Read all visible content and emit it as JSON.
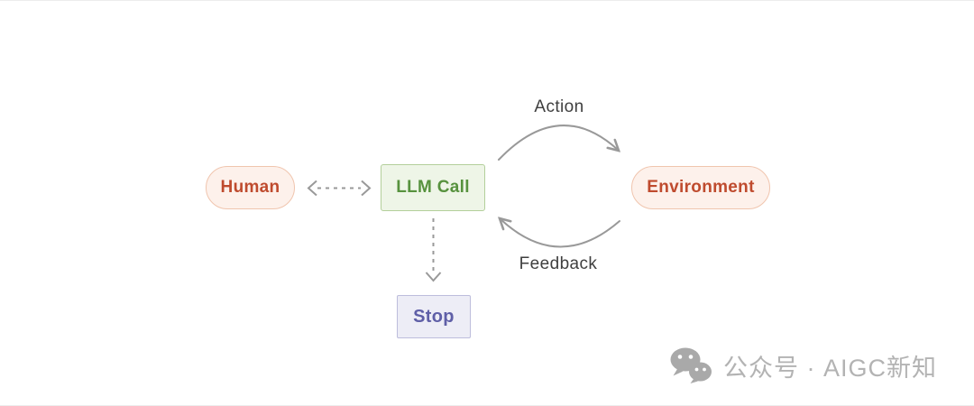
{
  "canvas": {
    "background": "#ffffff"
  },
  "diagram": {
    "nodes": {
      "human": {
        "label": "Human",
        "shape": "pill",
        "fill": "#fdf1eb",
        "border": "#f0c5ae",
        "text_color": "#bf4b2e"
      },
      "llm_call": {
        "label": "LLM Call",
        "shape": "rectangle",
        "fill": "#eef5e7",
        "border": "#b3cf9b",
        "text_color": "#57923e"
      },
      "environment": {
        "label": "Environment",
        "shape": "pill",
        "fill": "#fdf1eb",
        "border": "#f0c5ae",
        "text_color": "#bf4b2e"
      },
      "stop": {
        "label": "Stop",
        "shape": "rectangle",
        "fill": "#ededf6",
        "border": "#bdbddc",
        "text_color": "#5f5fa7"
      }
    },
    "edges": {
      "human_llm": {
        "type": "dashed-bidirectional",
        "from": "Human",
        "to": "LLM Call"
      },
      "action": {
        "label": "Action",
        "type": "curved-arc",
        "from": "LLM Call",
        "to": "Environment"
      },
      "feedback": {
        "label": "Feedback",
        "type": "curved-arc",
        "from": "Environment",
        "to": "LLM Call"
      },
      "llm_stop": {
        "type": "dashed-arrow",
        "from": "LLM Call",
        "to": "Stop"
      },
      "arrow_color": "#999999",
      "label_color": "#3f3f3f"
    }
  },
  "watermark": {
    "icon": "wechat-icon",
    "text": "公众号 · AIGC新知",
    "color": "#b3b3b3"
  }
}
